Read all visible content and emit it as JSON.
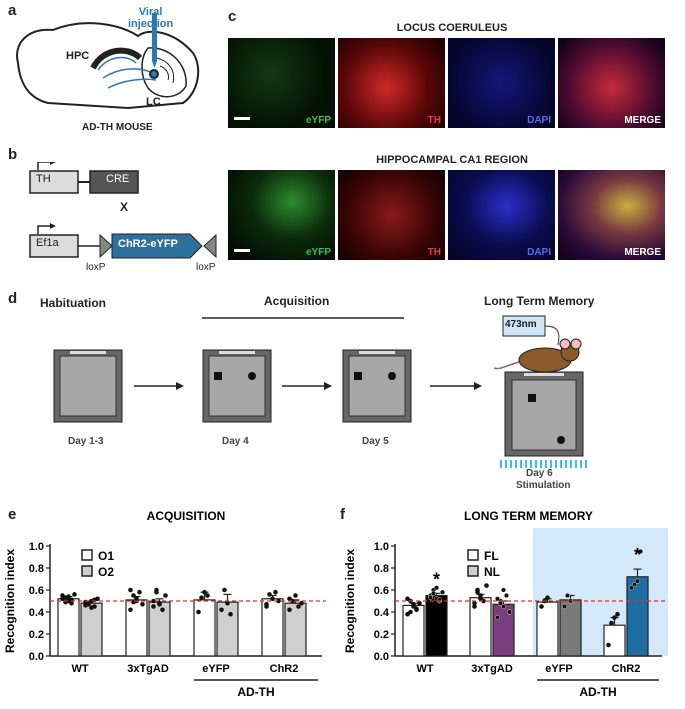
{
  "panel_labels": {
    "a": "a",
    "b": "b",
    "c": "c",
    "d": "d",
    "e": "e",
    "f": "f"
  },
  "panel_a": {
    "injection": "Viral\ninjection",
    "hpc": "HPC",
    "lc": "LC",
    "mouse": "AD-TH MOUSE",
    "accent": "#2a78b7"
  },
  "panel_b": {
    "th": "TH",
    "cre": "CRE",
    "cross": "X",
    "ef1a": "Ef1a",
    "chr2": "ChR2-eYFP",
    "loxp_left": "loxP",
    "loxp_right": "loxP",
    "chr2_color": "#2f6f9e"
  },
  "panel_c": {
    "row1_title": "LOCUS COERULEUS",
    "row2_title": "HIPPOCAMPAL CA1 REGION",
    "channels": [
      "eYFP",
      "TH",
      "DAPI",
      "MERGE"
    ],
    "channel_colors": [
      "#3ec23e",
      "#e04040",
      "#5a6cf0",
      "#ffffff"
    ]
  },
  "panel_d": {
    "habituation": "Habituation",
    "acquisition": "Acquisition",
    "ltm": "Long Term Memory",
    "laser": "473nm",
    "days": [
      "Day 1-3",
      "Day 4",
      "Day 5",
      "Day 6"
    ],
    "stimulation": "Stimulation",
    "stim_color": "#3cc0e8"
  },
  "chart_data": [
    {
      "type": "bar",
      "title": "ACQUISITION",
      "ylabel": "Recognition index",
      "ylim": [
        0,
        1.0
      ],
      "yticks": [
        "0.0",
        "0.2",
        "0.4",
        "0.6",
        "0.8",
        "1.0"
      ],
      "categories": [
        "WT",
        "3xTgAD",
        "eYFP",
        "ChR2"
      ],
      "group_label": "AD-TH",
      "reference_line": 0.5,
      "series": [
        {
          "name": "O1",
          "values": [
            0.52,
            0.51,
            0.51,
            0.52
          ],
          "errors": [
            0.02,
            0.03,
            0.07,
            0.03
          ]
        },
        {
          "name": "O2",
          "values": [
            0.48,
            0.49,
            0.49,
            0.48
          ],
          "errors": [
            0.02,
            0.03,
            0.07,
            0.03
          ]
        }
      ],
      "colors": [
        "#ffffff",
        "#cfcfcf"
      ],
      "points": [
        [
          [
            0.55,
            0.53,
            0.5,
            0.48,
            0.56,
            0.52,
            0.49,
            0.54,
            0.51
          ],
          [
            0.46,
            0.47,
            0.5,
            0.45,
            0.52,
            0.49,
            0.48,
            0.44,
            0.51
          ]
        ],
        [
          [
            0.42,
            0.55,
            0.5,
            0.58,
            0.47,
            0.6,
            0.49,
            0.52
          ],
          [
            0.45,
            0.58,
            0.48,
            0.42,
            0.55,
            0.5,
            0.6,
            0.47
          ]
        ],
        [
          [
            0.4,
            0.53,
            0.58,
            0.55
          ],
          [
            0.42,
            0.6,
            0.48,
            0.38
          ]
        ],
        [
          [
            0.45,
            0.56,
            0.52,
            0.58,
            0.5,
            0.47
          ],
          [
            0.42,
            0.5,
            0.55,
            0.45,
            0.48,
            0.52
          ]
        ]
      ]
    },
    {
      "type": "bar",
      "title": "LONG TERM MEMORY",
      "ylabel": "Recognition index",
      "ylim": [
        0,
        1.0
      ],
      "yticks": [
        "0.0",
        "0.2",
        "0.4",
        "0.6",
        "0.8",
        "1.0"
      ],
      "categories": [
        "WT",
        "3xTgAD",
        "eYFP",
        "ChR2"
      ],
      "group_label": "AD-TH",
      "reference_line": 0.5,
      "series": [
        {
          "name": "FL",
          "values": [
            0.46,
            0.53,
            0.49,
            0.28
          ],
          "errors": [
            0.02,
            0.03,
            0.03,
            0.07
          ]
        },
        {
          "name": "NL",
          "values": [
            0.55,
            0.47,
            0.51,
            0.72
          ],
          "errors": [
            0.02,
            0.03,
            0.04,
            0.07
          ]
        }
      ],
      "bar_colors": [
        [
          "#ffffff",
          "#000000"
        ],
        [
          "#ffffff",
          "#7b3f80"
        ],
        [
          "#ffffff",
          "#7a7a7a"
        ],
        [
          "#ffffff",
          "#1f6ea3"
        ]
      ],
      "legend_colors": [
        "#ffffff",
        "#cfcfcf"
      ],
      "significance": [
        "*",
        "",
        "",
        "*"
      ],
      "highlight_color": "#d3e8f8",
      "points": [
        [
          [
            0.38,
            0.5,
            0.45,
            0.42,
            0.48,
            0.52,
            0.4,
            0.47,
            0.43
          ],
          [
            0.55,
            0.6,
            0.52,
            0.5,
            0.58,
            0.53,
            0.57,
            0.62,
            0.51
          ]
        ],
        [
          [
            0.45,
            0.6,
            0.55,
            0.5,
            0.64,
            0.48,
            0.58,
            0.52
          ],
          [
            0.35,
            0.5,
            0.45,
            0.55,
            0.4,
            0.52,
            0.48,
            0.6
          ]
        ],
        [
          [
            0.45,
            0.5,
            0.53
          ],
          [
            0.45,
            0.55,
            0.5
          ]
        ],
        [
          [
            0.1,
            0.3,
            0.35,
            0.38
          ],
          [
            0.62,
            0.65,
            0.68,
            0.95
          ]
        ]
      ]
    }
  ]
}
